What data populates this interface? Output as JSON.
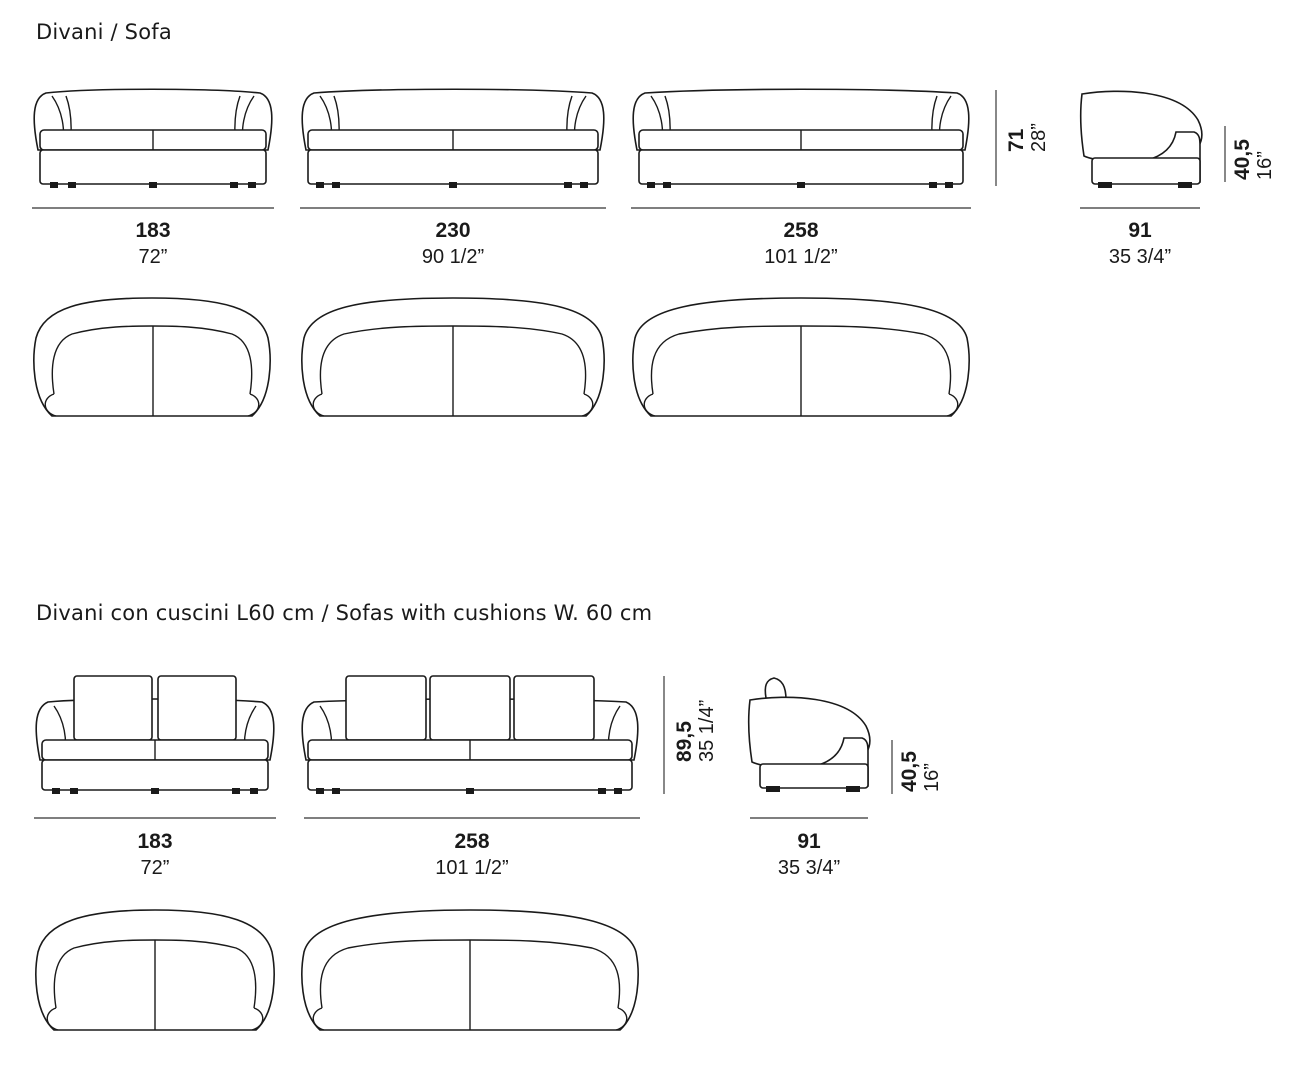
{
  "section1": {
    "title": "Divani / Sofa",
    "sofas": [
      {
        "cm": "183",
        "in": "72”"
      },
      {
        "cm": "230",
        "in": "90 1/2”"
      },
      {
        "cm": "258",
        "in": "101 1/2”"
      }
    ],
    "side": {
      "cm": "91",
      "in": "35 3/4”"
    },
    "height": {
      "cm": "71",
      "in": "28”"
    },
    "seat_height": {
      "cm": "40,5",
      "in": "16”"
    }
  },
  "section2": {
    "title": "Divani con cuscini L60 cm / Sofas with cushions W. 60 cm",
    "sofas": [
      {
        "cm": "183",
        "in": "72”"
      },
      {
        "cm": "258",
        "in": "101 1/2”"
      }
    ],
    "side": {
      "cm": "91",
      "in": "35 3/4”"
    },
    "height": {
      "cm": "89,5",
      "in": "35 1/4”"
    },
    "seat_height": {
      "cm": "40,5",
      "in": "16”"
    }
  }
}
